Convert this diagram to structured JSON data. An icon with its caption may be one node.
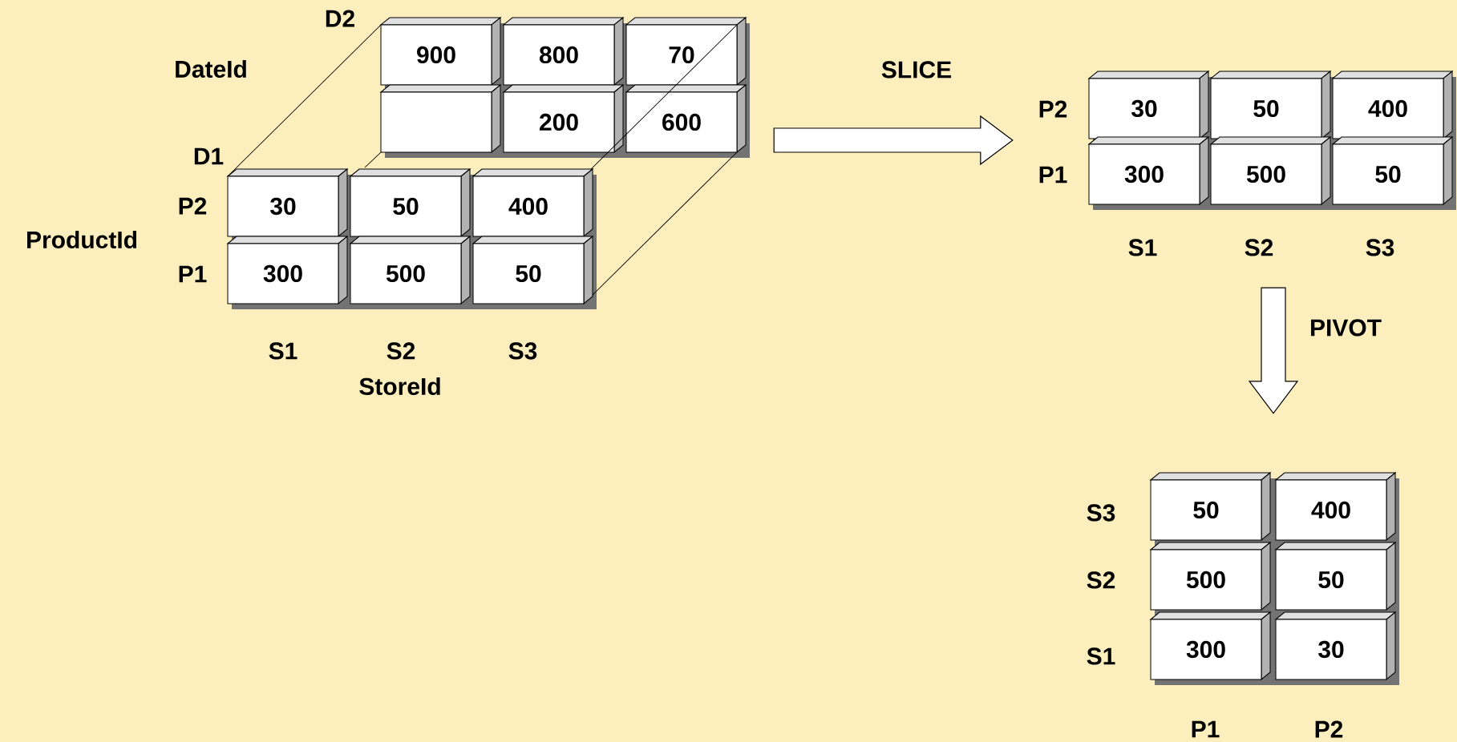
{
  "diagram": {
    "nodes": [
      {
        "text": [],
        "shape": "box"
      },
      {
        "text": [
          "900"
        ],
        "in": 0
      },
      {
        "text": [
          "800"
        ],
        "in": 0
      },
      {
        "text": [
          "70"
        ],
        "in": 0
      },
      {
        "text": [],
        "shape": "box",
        "in": 0
      },
      {
        "text": [
          "200"
        ],
        "in": 0
      },
      {
        "text": [
          "600"
        ],
        "in": 0
      },
      {
        "text": [],
        "shape": "box"
      },
      {
        "text": [
          "30"
        ],
        "in": 7
      },
      {
        "text": [
          "50"
        ],
        "in": 7
      },
      {
        "text": [
          "400"
        ],
        "in": 7
      },
      {
        "text": [
          "300"
        ],
        "in": 7
      },
      {
        "text": [
          "500"
        ],
        "in": 7
      },
      {
        "text": [
          "50"
        ],
        "in": 7
      },
      {
        "text": [],
        "shape": "box"
      },
      {
        "text": [
          "30"
        ],
        "in": 14
      },
      {
        "text": [
          "50"
        ],
        "in": 14
      },
      {
        "text": [
          "400"
        ],
        "in": 14
      },
      {
        "text": [
          "300"
        ],
        "in": 14
      },
      {
        "text": [
          "500"
        ],
        "in": 14
      },
      {
        "text": [
          "50"
        ],
        "in": 14
      },
      {
        "text": [],
        "shape": "box"
      },
      {
        "text": [
          "50"
        ],
        "in": 21
      },
      {
        "text": [
          "400"
        ],
        "in": 21
      },
      {
        "text": [
          "500"
        ],
        "in": 21
      },
      {
        "text": [
          "50"
        ],
        "in": 21
      },
      {
        "text": [
          "300"
        ],
        "in": 21
      },
      {
        "text": [
          "30"
        ],
        "in": 21
      }
    ],
    "edges": [
      {
        "from": 0,
        "to": 14,
        "arrow": "to",
        "label": "SLICE"
      },
      {
        "from": 14,
        "to": 21,
        "arrow": "to",
        "label": "PIVOT"
      }
    ],
    "labels": [
      "D2",
      "DateId",
      "D1",
      "P2",
      "ProductId",
      "P1",
      "S1",
      "S2",
      "S3",
      "StoreId",
      "P2",
      "P1",
      "S1",
      "S2",
      "S3",
      "S3",
      "S2",
      "S1",
      "P1",
      "P2"
    ]
  }
}
